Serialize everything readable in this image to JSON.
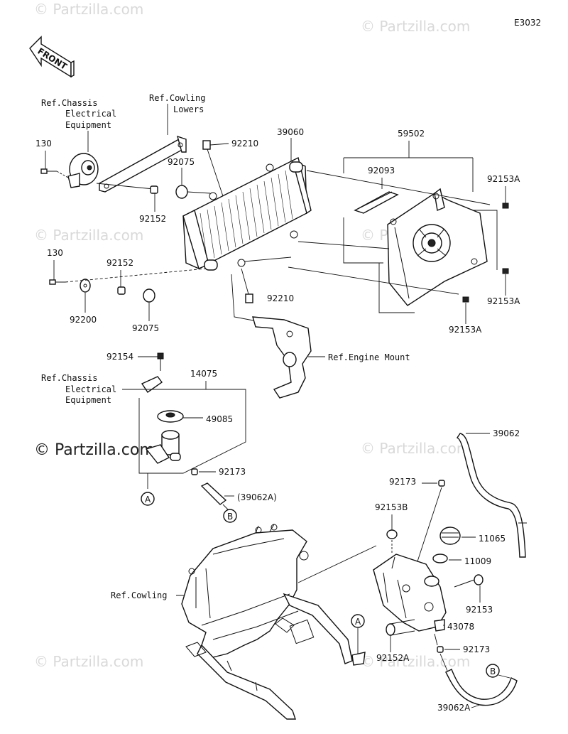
{
  "diagram_code": "E3032",
  "watermark": "© Partzilla.com",
  "front_label": "FRONT",
  "refs": {
    "chassis_electrical_top": [
      "Ref.Chassis",
      "Electrical",
      "Equipment"
    ],
    "cowling_lowers": [
      "Ref.Cowling",
      "Lowers"
    ],
    "engine_mount": "Ref.Engine Mount",
    "chassis_electrical_mid": [
      "Ref.Chassis",
      "Electrical",
      "Equipment"
    ],
    "cowling": "Ref.Cowling"
  },
  "callouts": {
    "c130a": "130",
    "c92152a": "92152",
    "c92075a": "92075",
    "c92210a": "92210",
    "c39060": "39060",
    "c59502": "59502",
    "c92093": "92093",
    "c92153A_1": "92153A",
    "c92153A_2": "92153A",
    "c92153A_3": "92153A",
    "c130b": "130",
    "c92152b": "92152",
    "c92200": "92200",
    "c92075b": "92075",
    "c92210b": "92210",
    "c92154": "92154",
    "c14075": "14075",
    "c49085": "49085",
    "c92173a": "92173",
    "c39062A_p": "(39062A)",
    "c39062": "39062",
    "c92173b": "92173",
    "c92153B": "92153B",
    "c11065": "11065",
    "c11009": "11009",
    "c92153": "92153",
    "c43078": "43078",
    "c92152A": "92152A",
    "c92173c": "92173",
    "c39062A": "39062A"
  },
  "circle_markers": {
    "a1": "A",
    "b1": "B",
    "a2": "A",
    "b2": "B"
  }
}
